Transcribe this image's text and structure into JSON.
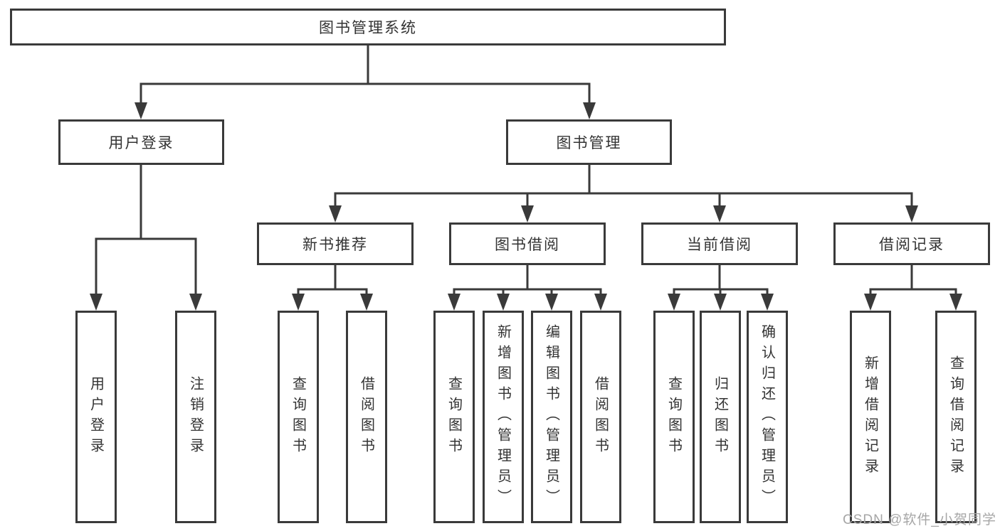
{
  "diagram": {
    "root": {
      "label": "图书管理系统"
    },
    "branches": [
      {
        "label": "用户登录",
        "children": [
          {
            "label": "用户登录"
          },
          {
            "label": "注销登录"
          }
        ]
      },
      {
        "label": "图书管理",
        "children": [
          {
            "label": "新书推荐",
            "children": [
              {
                "label": "查询图书"
              },
              {
                "label": "借阅图书"
              }
            ]
          },
          {
            "label": "图书借阅",
            "children": [
              {
                "label": "查询图书"
              },
              {
                "label": "新增图书（管理员）"
              },
              {
                "label": "编辑图书（管理员）"
              },
              {
                "label": "借阅图书"
              }
            ]
          },
          {
            "label": "当前借阅",
            "children": [
              {
                "label": "查询图书"
              },
              {
                "label": "归还图书"
              },
              {
                "label": "确认归还（管理员）"
              }
            ]
          },
          {
            "label": "借阅记录",
            "children": [
              {
                "label": "新增借阅记录"
              },
              {
                "label": "查询借阅记录"
              }
            ]
          }
        ]
      }
    ]
  },
  "watermark": {
    "text": "CSDN @软件_小贺同学"
  },
  "colors": {
    "line": "#3a3a3a",
    "text": "#333333",
    "watermark": "#a6a6a6",
    "background": "#ffffff"
  }
}
